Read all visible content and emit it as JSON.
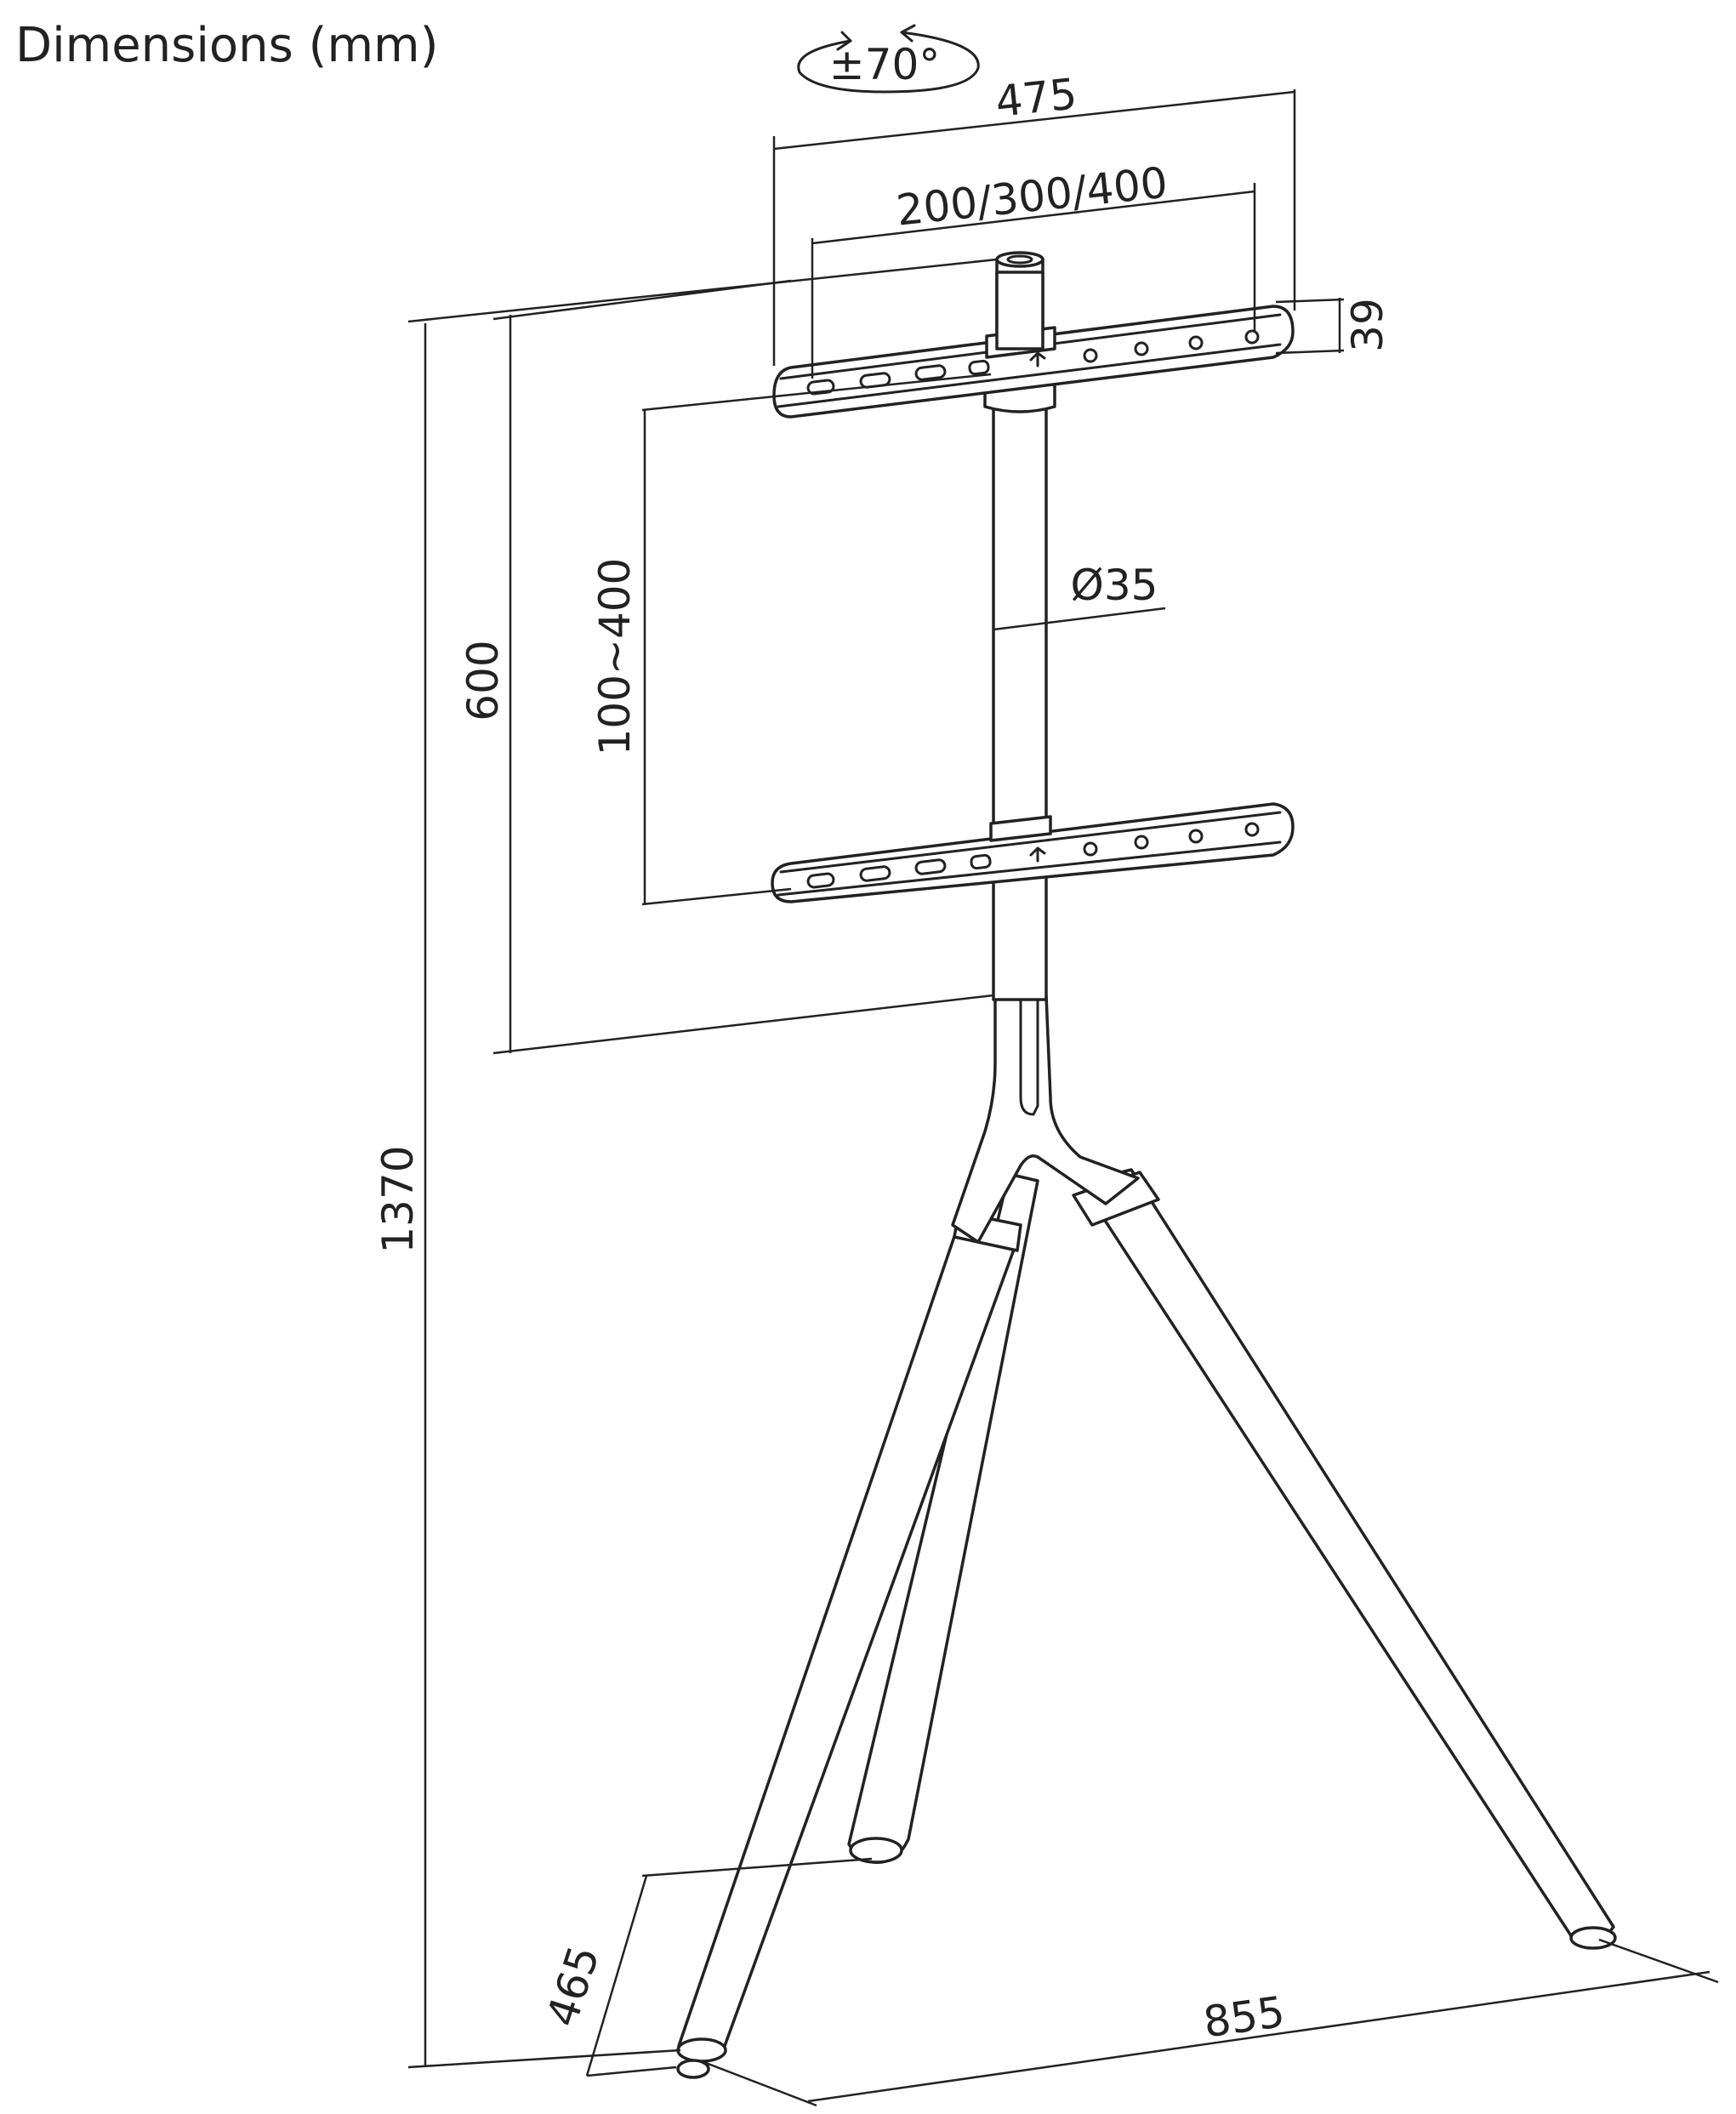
{
  "title": "Dimensions (mm)",
  "dimensions": {
    "rotation": "±70°",
    "width_total": "475",
    "vesa_horizontal": "200/300/400",
    "bracket_height": "39",
    "pole_diameter": "Ø35",
    "vesa_vertical": "100~400",
    "mount_height": "600",
    "total_height": "1370",
    "foot_depth": "465",
    "foot_width": "855"
  }
}
